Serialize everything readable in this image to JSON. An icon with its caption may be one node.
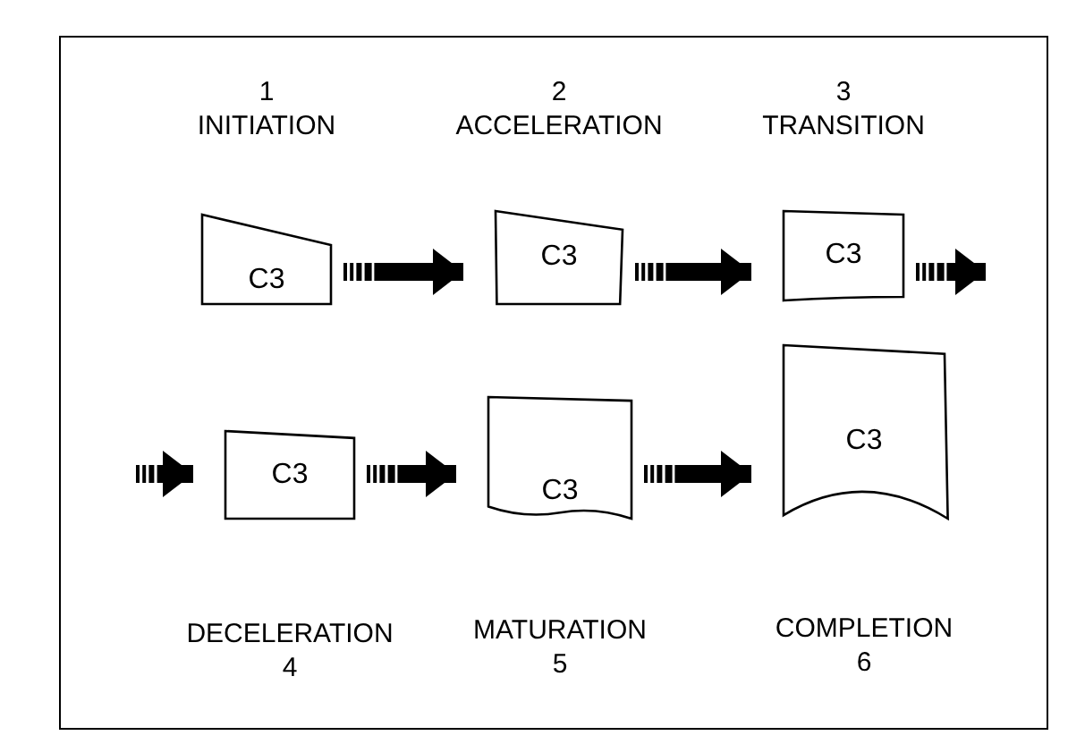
{
  "diagram": {
    "nodes": [
      {
        "text": [
          "C3"
        ],
        "beside": [
          "1",
          "INITIATION"
        ]
      },
      {
        "text": [
          "C3"
        ],
        "beside": [
          "2",
          "ACCELERATION"
        ]
      },
      {
        "text": [
          "C3"
        ],
        "beside": [
          "3",
          "TRANSITION"
        ]
      },
      {
        "text": [
          "C3"
        ],
        "beside": [
          "DECELERATION",
          "4"
        ]
      },
      {
        "text": [
          "C3"
        ],
        "beside": [
          "MATURATION",
          "5"
        ]
      },
      {
        "text": [
          "C3"
        ],
        "beside": [
          "COMPLETION",
          "6"
        ]
      }
    ],
    "edges": [
      {
        "from": 0,
        "to": 1,
        "arrow": "to"
      },
      {
        "from": 1,
        "to": 2,
        "arrow": "to"
      },
      {
        "from": 2,
        "to": null,
        "arrow": "to"
      },
      {
        "from": null,
        "to": 3,
        "arrow": "to"
      },
      {
        "from": 3,
        "to": 4,
        "arrow": "to"
      },
      {
        "from": 4,
        "to": 5,
        "arrow": "to"
      }
    ]
  }
}
